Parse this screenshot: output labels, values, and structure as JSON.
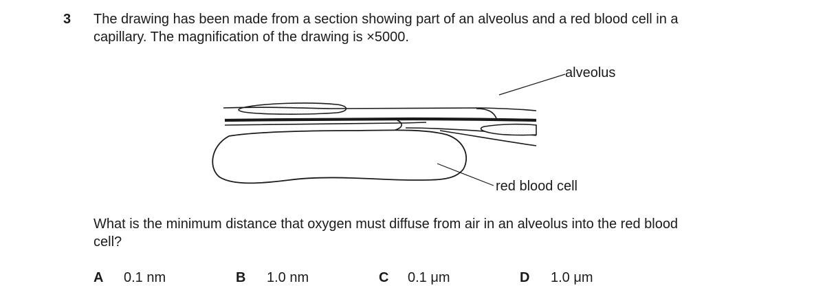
{
  "question": {
    "number": "3",
    "stem_line1": "The drawing has been made from a section showing part of an alveolus and a red blood cell in a",
    "stem_line2": "capillary. The magnification of the drawing is ×5000.",
    "prompt_line1": "What is the minimum distance that oxygen must diffuse from air in an alveolus into the red blood",
    "prompt_line2": "cell?"
  },
  "diagram": {
    "labels": {
      "alveolus": "alveolus",
      "red_blood_cell": "red blood cell"
    }
  },
  "options": [
    {
      "letter": "A",
      "value": "0.1 nm"
    },
    {
      "letter": "B",
      "value": "1.0 nm"
    },
    {
      "letter": "C",
      "value": "0.1 μm"
    },
    {
      "letter": "D",
      "value": "1.0 μm"
    }
  ]
}
